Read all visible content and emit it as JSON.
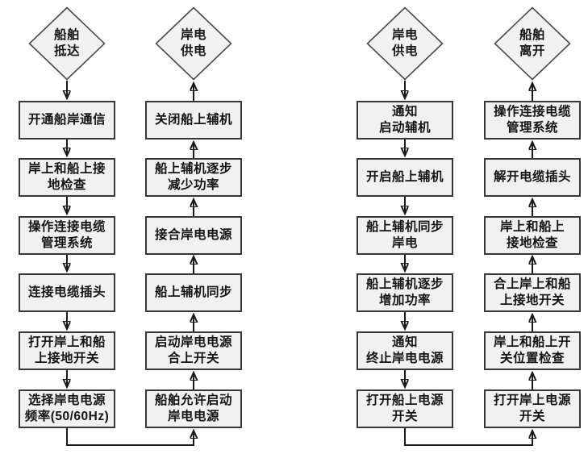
{
  "colors": {
    "background": "#ffffff",
    "node_fill": "#f1f1f1",
    "node_border": "#383838",
    "connector": "#1a1a1a",
    "text": "#141414"
  },
  "columns": [
    {
      "id": "ship-arrival-sequence",
      "flow": "down",
      "diamond": "船舶\n抵达",
      "boxes": [
        "开通船岸通信",
        "岸上和船上接\n地检查",
        "操作连接电缆\n管理系统",
        "连接电缆插头",
        "打开岸上和船\n上接地开关",
        "选择岸电电源\n频率(50/60Hz)"
      ]
    },
    {
      "id": "shore-power-on-sequence",
      "flow": "up",
      "diamond": "岸电\n供电",
      "boxes": [
        "关闭船上辅机",
        "船上辅机逐步\n减少功率",
        "接合岸电电源",
        "船上辅机同步",
        "启动岸电电源\n合上开关",
        "船舶允许启动\n岸电电源"
      ]
    },
    {
      "id": "shore-power-off-sequence",
      "flow": "down",
      "diamond": "岸电\n供电",
      "boxes": [
        "通知\n启动辅机",
        "开启船上辅机",
        "船上辅机同步\n岸电",
        "船上辅机逐步\n增加功率",
        "通知\n终止岸电电源",
        "打开船上电源\n开关"
      ]
    },
    {
      "id": "ship-departure-sequence",
      "flow": "up",
      "diamond": "船舶\n离开",
      "boxes": [
        "操作连接电缆\n管理系统",
        "解开电缆插头",
        "岸上和船上\n接地检查",
        "合上岸上和船\n上接地开关",
        "岸上和船上开\n关位置检查",
        "打开岸上电源\n开关"
      ]
    }
  ]
}
